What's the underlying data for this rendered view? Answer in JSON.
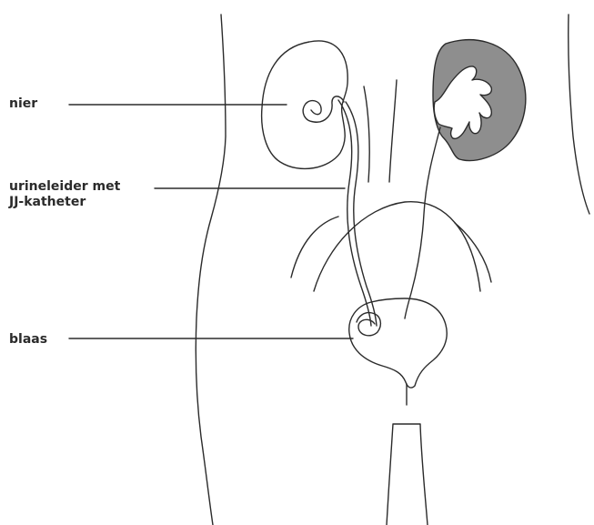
{
  "labels": {
    "kidney": "nier",
    "ureter_line1": "urineleider met",
    "ureter_line2": "JJ-katheter",
    "bladder": "blaas"
  },
  "colors": {
    "outline": "#2b2b2b",
    "kidney_shaded": "#8e8e8e",
    "background": "#ffffff"
  }
}
